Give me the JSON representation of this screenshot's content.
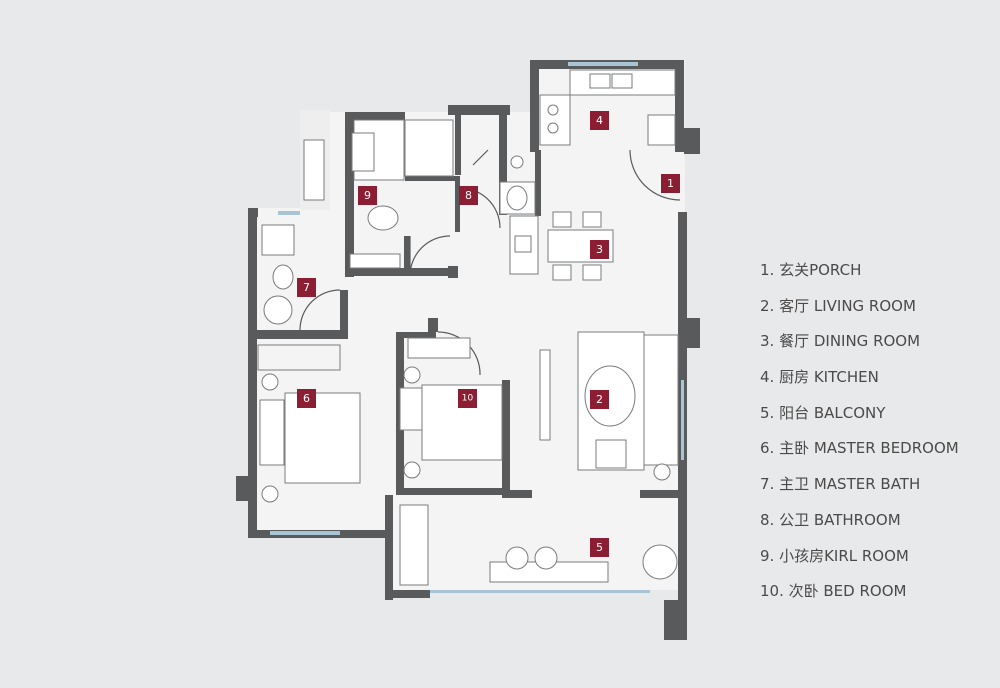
{
  "rooms": [
    {
      "number": "1",
      "label": "1.   玄关PORCH"
    },
    {
      "number": "2",
      "label": "2.   客厅 LIVING ROOM"
    },
    {
      "number": "3",
      "label": "3.   餐厅 DINING ROOM"
    },
    {
      "number": "4",
      "label": "4.   厨房 KITCHEN"
    },
    {
      "number": "5",
      "label": "5.   阳台 BALCONY"
    },
    {
      "number": "6",
      "label": "6.   主卧 MASTER BEDROOM"
    },
    {
      "number": "7",
      "label": "7.   主卫 MASTER BATH"
    },
    {
      "number": "8",
      "label": "8.   公卫 BATHROOM"
    },
    {
      "number": "9",
      "label": "9.   小孩房KIRL ROOM"
    },
    {
      "number": "10",
      "label": "10. 次卧 BED ROOM"
    }
  ],
  "colors": {
    "background": "#e8e9eb",
    "wall": "#595a5c",
    "floor": "#f4f4f5",
    "badge": "#8b1e32",
    "window": "#a9c4d4",
    "legend_text": "#4a4a4a"
  }
}
